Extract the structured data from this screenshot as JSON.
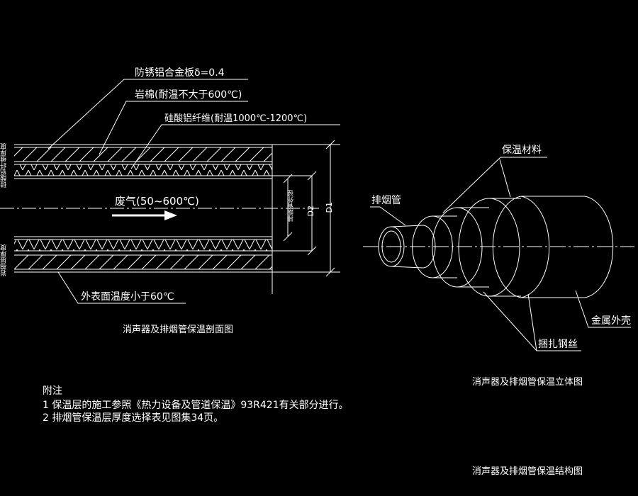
{
  "section": {
    "label_aluminum": "防锈铝合金板δ=0.4",
    "label_rockwool": "岩棉(耐温不大于600℃)",
    "label_fiber": "硅酸铝纤维(耐温1000℃-1200℃)",
    "label_gas": "废气(50~600℃)",
    "label_surface": "外表面温度小于60℃",
    "label_inner_dia": "排烟管外径",
    "label_d2": "D2",
    "label_d1": "D1",
    "label_left_top": "硅酸铝纤维厚度",
    "label_left_bottom": "岩棉层厚度",
    "caption": "消声器及排烟管保温剖面图"
  },
  "iso": {
    "label_insulation": "保温材料",
    "label_pipe": "排烟管",
    "label_shell": "金属外壳",
    "label_wire": "捆扎钢丝",
    "caption": "消声器及排烟管保温立体图"
  },
  "notes": {
    "title": "附注",
    "line1": "1  保温层的施工参照《热力设备及管道保温》93R421有关部分进行。",
    "line2": "2  排烟管保温层厚度选择表见图集34页。"
  },
  "main_caption": "消声器及排烟管保温结构图"
}
